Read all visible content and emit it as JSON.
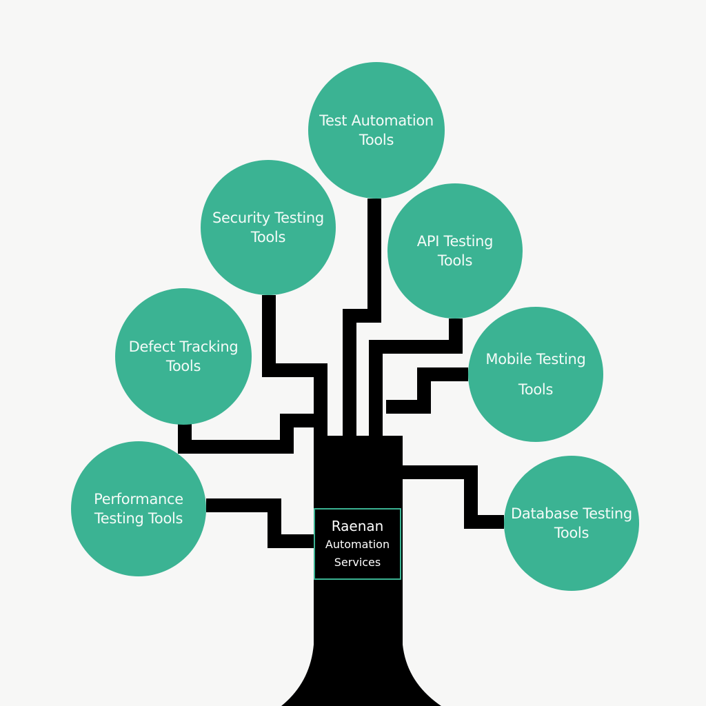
{
  "colors": {
    "background": "#f7f7f6",
    "node_fill": "#3bb393",
    "node_text": "#f4fbf8",
    "trunk": "#000000",
    "label_border": "#3bb393"
  },
  "trunk_label": {
    "title": "Raenan",
    "line2": "Automation",
    "line3": "Services"
  },
  "nodes": [
    {
      "id": "test",
      "lines": [
        "Test Automation",
        "Tools"
      ]
    },
    {
      "id": "sec",
      "lines": [
        "Security Testing",
        "Tools"
      ]
    },
    {
      "id": "api",
      "lines": [
        "API Testing",
        "Tools"
      ]
    },
    {
      "id": "defect",
      "lines": [
        "Defect Tracking",
        "Tools"
      ]
    },
    {
      "id": "mobile",
      "lines": [
        "Mobile Testing",
        "Tools"
      ]
    },
    {
      "id": "perf",
      "lines": [
        "Performance",
        "Testing Tools"
      ]
    },
    {
      "id": "db",
      "lines": [
        "Database Testing",
        "Tools"
      ]
    }
  ]
}
